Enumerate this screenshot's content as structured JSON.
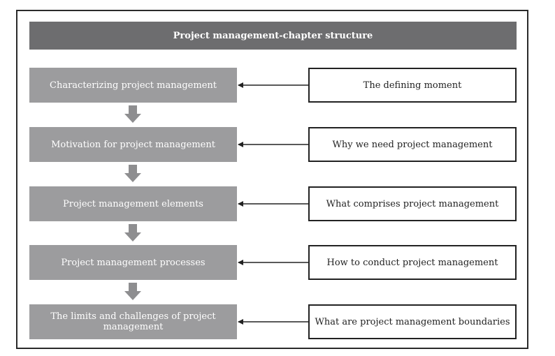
{
  "title": "Project management-chapter structure",
  "rows": [
    {
      "left": "Characterizing project management",
      "right": "The defining moment"
    },
    {
      "left": "Motivation for project management",
      "right": "Why we need project management"
    },
    {
      "left": "Project management elements",
      "right": "What comprises project management"
    },
    {
      "left": "Project management processes",
      "right": "How to conduct project management"
    },
    {
      "left": "The limits and challenges of project management",
      "right": "What are project management boundaries"
    }
  ],
  "colors": {
    "header_fill": "#6d6d6f",
    "left_box_fill": "#9c9c9e",
    "down_arrow_fill": "#8e8e90",
    "connector": "#222222"
  }
}
